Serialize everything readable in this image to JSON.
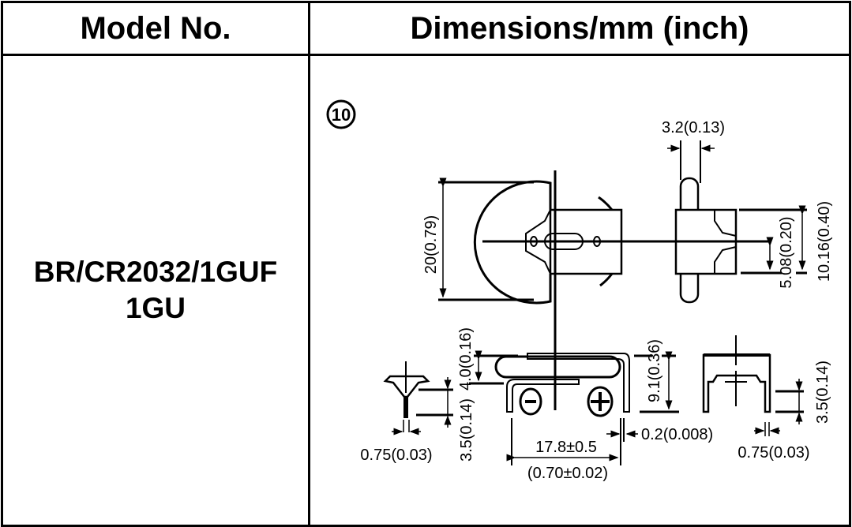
{
  "header": {
    "model_label": "Model No.",
    "dimensions_label": "Dimensions/mm (inch)"
  },
  "model": {
    "line1": "BR/CR2032/1GUF",
    "line2": "1GU"
  },
  "drawing": {
    "index": "10",
    "dims": {
      "width_side": "3.2(0.13)",
      "diameter": "20(0.79)",
      "pitch_outer": "10.16(0.40)",
      "pitch_inner": "5.08(0.20)",
      "height_total": "4.0(0.16)",
      "height_front": "9.1(0.36)",
      "pin_len_left": "3.5(0.14)",
      "pin_len_right": "3.5(0.14)",
      "pin_w_left": "0.75(0.03)",
      "pin_w_right": "0.75(0.03)",
      "thickness": "0.2(0.008)",
      "span_mm": "17.8±0.5",
      "span_in": "(0.70±0.02)"
    }
  }
}
